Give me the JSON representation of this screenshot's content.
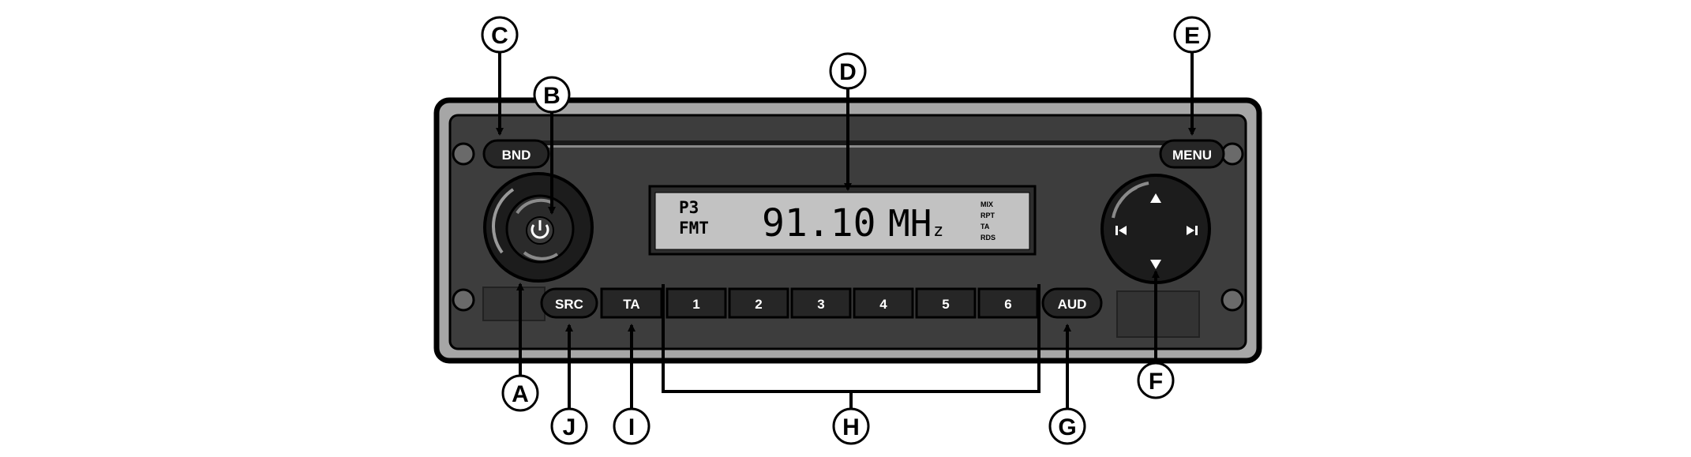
{
  "callouts": {
    "A": "A",
    "B": "B",
    "C": "C",
    "D": "D",
    "E": "E",
    "F": "F",
    "G": "G",
    "H": "H",
    "I": "I",
    "J": "J"
  },
  "buttons": {
    "bnd": "BND",
    "menu": "MENU",
    "src": "SRC",
    "ta": "TA",
    "aud": "AUD",
    "presets": [
      "1",
      "2",
      "3",
      "4",
      "5",
      "6"
    ]
  },
  "display": {
    "preset": "P3",
    "mode": "FMT",
    "frequency": "91.10",
    "unit_main": "MH",
    "unit_sub": "z",
    "indicators": [
      "MIX",
      "RPT",
      "TA",
      "RDS"
    ]
  },
  "icons": {
    "power": "power-icon",
    "up": "triangle-up-icon",
    "down": "triangle-down-icon",
    "prev": "skip-previous-icon",
    "next": "skip-next-icon"
  },
  "colors": {
    "faceplate": "#3c3c3c",
    "frame": "#a9a9a9",
    "button": "#262626",
    "lcd": "#c2c2c2"
  }
}
